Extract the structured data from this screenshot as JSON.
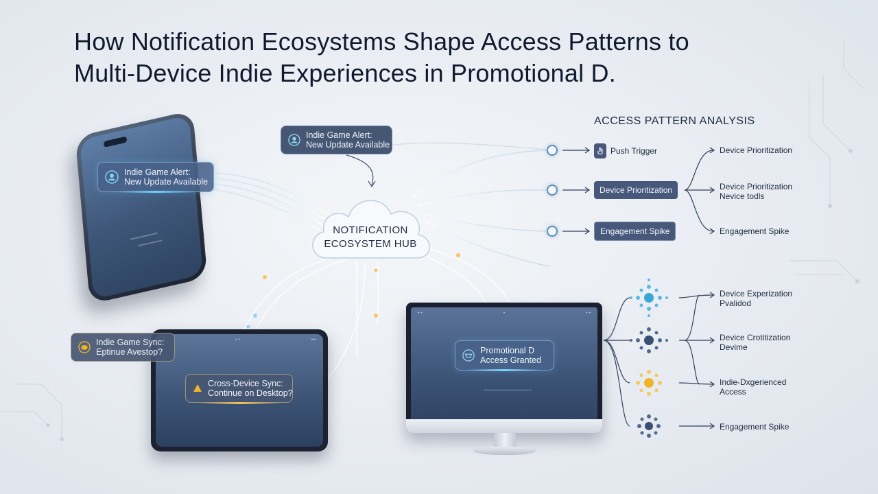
{
  "title": {
    "line1": "How Notification Ecosystems Shape Access Patterns to",
    "line2": "Multi-Device Indie Experiences in Promotional D."
  },
  "hub": {
    "line1": "NOTIFICATION",
    "line2": "ECOSYSTEM HUB"
  },
  "notifications": {
    "phone_card": {
      "line1": "Indie Game Alert:",
      "line2": "New Update Available",
      "icon": "user-icon"
    },
    "floating_card": {
      "line1": "Indie Game Alert:",
      "line2": "New Update Available",
      "icon": "user-icon"
    },
    "side_card": {
      "line1": "Indie Game Sync:",
      "line2": "Eptinue Avestop?",
      "icon": "sync-icon"
    },
    "tablet_card": {
      "line1": "Cross-Device Sync:",
      "line2": "Continue on Desktop?",
      "icon": "warning-icon"
    },
    "monitor_card": {
      "line1": "Promotional D",
      "line2": "Access Granted",
      "icon": "gamepad-icon"
    }
  },
  "analysis": {
    "title": "ACCESS PATTERN ANALYSIS",
    "steps": [
      {
        "label": "Push Trigger",
        "icon": "hand-icon"
      },
      {
        "label": "Device Prioritization"
      },
      {
        "label": "Engagement Spike"
      }
    ],
    "outcomes_top": [
      {
        "line1": "Device Prioritization",
        "line2": ""
      },
      {
        "line1": "Device Prioritization",
        "line2": "Nevice todls"
      },
      {
        "line1": "Engagement Spike",
        "line2": ""
      }
    ],
    "outcomes_bottom": [
      {
        "line1": "Device Experization",
        "line2": "Pvalidod"
      },
      {
        "line1": "Device Crotitization",
        "line2": "Devime"
      },
      {
        "line1": "Indie-Dxgerienced",
        "line2": "Access"
      },
      {
        "line1": "Engagement Spike",
        "line2": ""
      }
    ]
  },
  "colors": {
    "accent_blue": "#5aa9e6",
    "accent_gold": "#f0b429",
    "box_fill": "#48587a",
    "title_text": "#101a2e"
  }
}
